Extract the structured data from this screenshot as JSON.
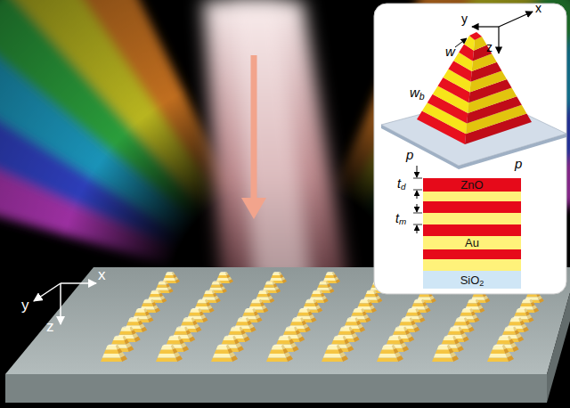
{
  "diagram": {
    "nodes": [
      {
        "text": [
          "ZnO"
        ]
      },
      {
        "text": [
          "Au"
        ]
      },
      {
        "text": [
          "SiO2"
        ]
      }
    ],
    "labels": [
      "x",
      "y",
      "z",
      "y",
      "x",
      "z",
      "w",
      "wb",
      "p",
      "p",
      "td",
      "tm"
    ]
  }
}
